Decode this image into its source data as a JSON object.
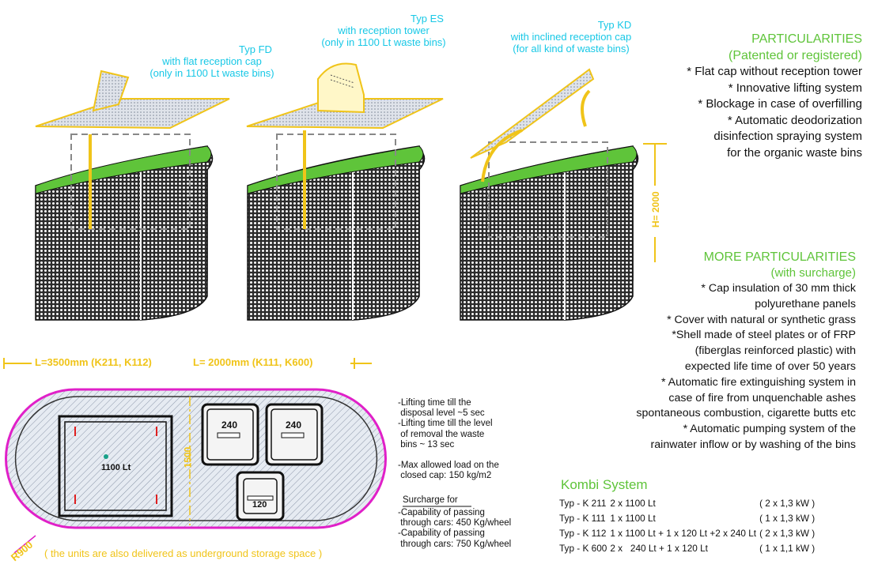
{
  "types": [
    {
      "name": "Typ  FD",
      "line1": "with flat reception cap",
      "line2": "(only in 1100 Lt waste bins)"
    },
    {
      "name": "Typ  ES",
      "line1": "with reception tower",
      "line2": "(only in 1100 Lt waste bins)"
    },
    {
      "name": "Typ  KD",
      "line1": "with inclined reception cap",
      "line2": "(for all kind of waste bins)"
    }
  ],
  "height_label": "H= 2000",
  "particularities": {
    "title": "PARTICULARITIES",
    "subtitle": "(Patented or registered)",
    "items": [
      "* Flat cap without reception tower",
      "* Innovative lifting system",
      "* Blockage in case of overfilling",
      "* Automatic deodorization",
      "disinfection spraying system",
      "for the organic waste bins"
    ]
  },
  "more_particularities": {
    "title": "MORE PARTICULARITIES",
    "subtitle": "(with surcharge)",
    "items": [
      "* Cap insulation of 30 mm thick",
      "polyurethane panels",
      "* Cover with natural or synthetic grass",
      "*Shell made of steel plates or of FRP",
      "(fiberglas reinforced plastic) with",
      "expected life time of over 50 years",
      "* Automatic fire extinguishing system in",
      "case of fire from unquenchable ashes",
      "spontaneous combustion, cigarette butts etc",
      "* Automatic pumping system of the",
      "rainwater inflow or by washing of the bins"
    ]
  },
  "plan": {
    "length_left": "L=3500mm (K211, K112)",
    "length_right": "L= 2000mm (K111, K600)",
    "bin_large": "1100 Lt",
    "bin_240a": "240",
    "bin_240b": "240",
    "bin_120": "120",
    "width_dim": "1500",
    "radius": "R900",
    "underground_note": "( the units are also delivered as underground storage space )"
  },
  "notes": [
    "-Lifting time till the",
    " disposal level ~5 sec",
    "-Lifting time till the level",
    " of removal the waste",
    " bins ~ 13 sec",
    "",
    "-Max allowed load on the",
    " closed cap: 150 kg/m2"
  ],
  "surcharge": {
    "title": "Surcharge for",
    "lines": [
      "-Capability of passing",
      " through cars: 450 Kg/wheel",
      "-Capability of passing",
      " through cars: 750 Kg/wheel"
    ]
  },
  "kombi": {
    "title": "Kombi System",
    "rows": [
      [
        "Typ - K 211",
        "2 x 1100 Lt",
        "( 2 x 1,3 kW )"
      ],
      [
        "Typ - K 111",
        "1 x 1100 Lt",
        "( 1 x 1,3 kW )"
      ],
      [
        "Typ - K 112",
        "1 x 1100 Lt + 1 x 120 Lt +2 x 240 Lt",
        "( 2 x 1,3 kW )"
      ],
      [
        "Typ - K 600",
        "2 x   240 Lt + 1 x 120 Lt",
        "( 1 x 1,1 kW )"
      ]
    ]
  },
  "colors": {
    "cyan": "#18c8e6",
    "green": "#5fc43a",
    "yellow": "#f0c419",
    "magenta": "#e020c8",
    "mesh": "#3a3a3a"
  }
}
